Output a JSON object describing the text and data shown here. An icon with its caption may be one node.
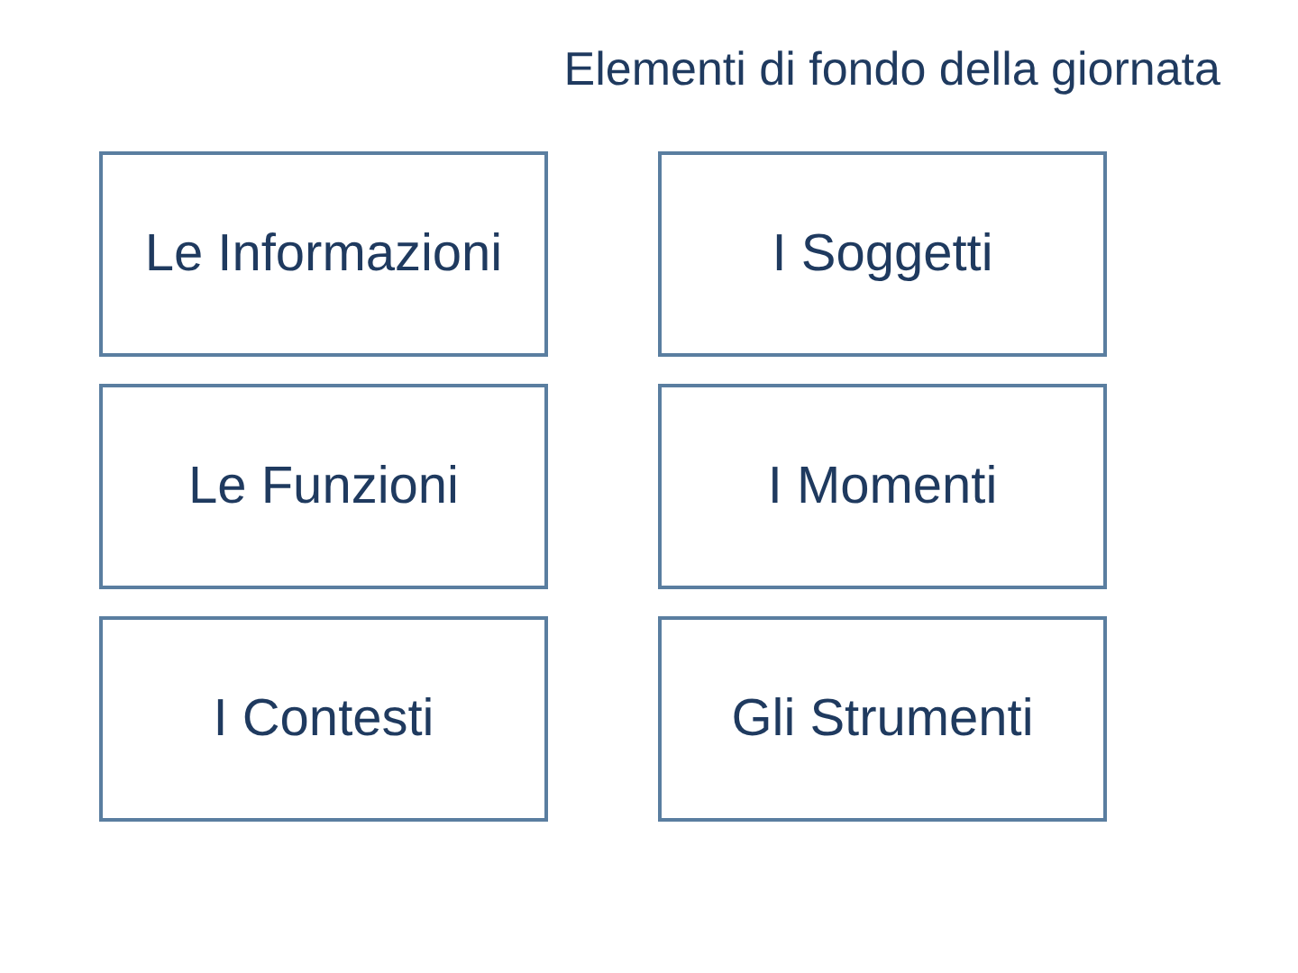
{
  "diagram": {
    "title": "Elementi di fondo della giornata",
    "nodes": [
      {
        "text": [
          "Le Informazioni"
        ]
      },
      {
        "text": [
          "I Soggetti"
        ]
      },
      {
        "text": [
          "Le Funzioni"
        ]
      },
      {
        "text": [
          "I Momenti"
        ]
      },
      {
        "text": [
          "I Contesti"
        ]
      },
      {
        "text": [
          "Gli Strumenti"
        ]
      }
    ]
  }
}
